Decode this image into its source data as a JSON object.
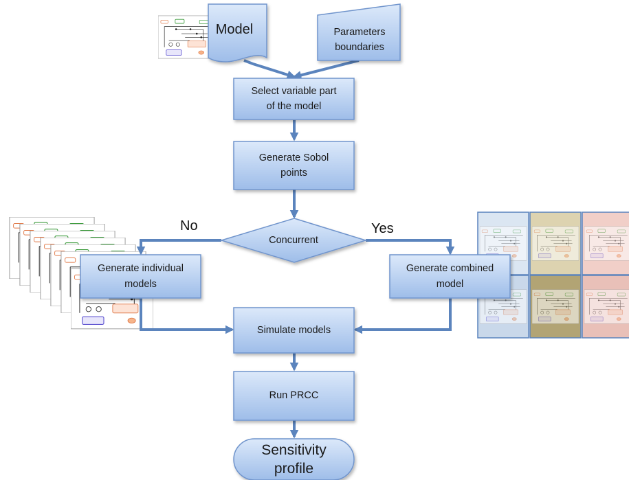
{
  "colors": {
    "box_fill_top": "#dce9fa",
    "box_fill_bottom": "#9ebde9",
    "box_stroke": "#6f94cc",
    "arrow": "#5b84bd"
  },
  "nodes": {
    "model": "Model",
    "parameters": "Parameters\nboundaries",
    "select": "Select variable part\nof the model",
    "sobol": "Generate Sobol\npoints",
    "concurrent": "Concurrent",
    "individual": "Generate individual\nmodels",
    "combined": "Generate combined\nmodel",
    "simulate": "Simulate models",
    "prcc": "Run PRCC",
    "sensitivity": "Sensitivity\nprofile"
  },
  "edge_labels": {
    "no": "No",
    "yes": "Yes"
  },
  "thumbnails": {
    "model_diagram_icon": "model-network-thumbnail",
    "stack_icon": "stacked-model-thumbnails",
    "grid_icon": "combined-model-grid-thumbnail",
    "grid_tints": [
      "#dbe6f2",
      "#ddd3b0",
      "#f1cfc8",
      "#c9d8ea",
      "#b2a474",
      "#e9c0b8"
    ]
  }
}
